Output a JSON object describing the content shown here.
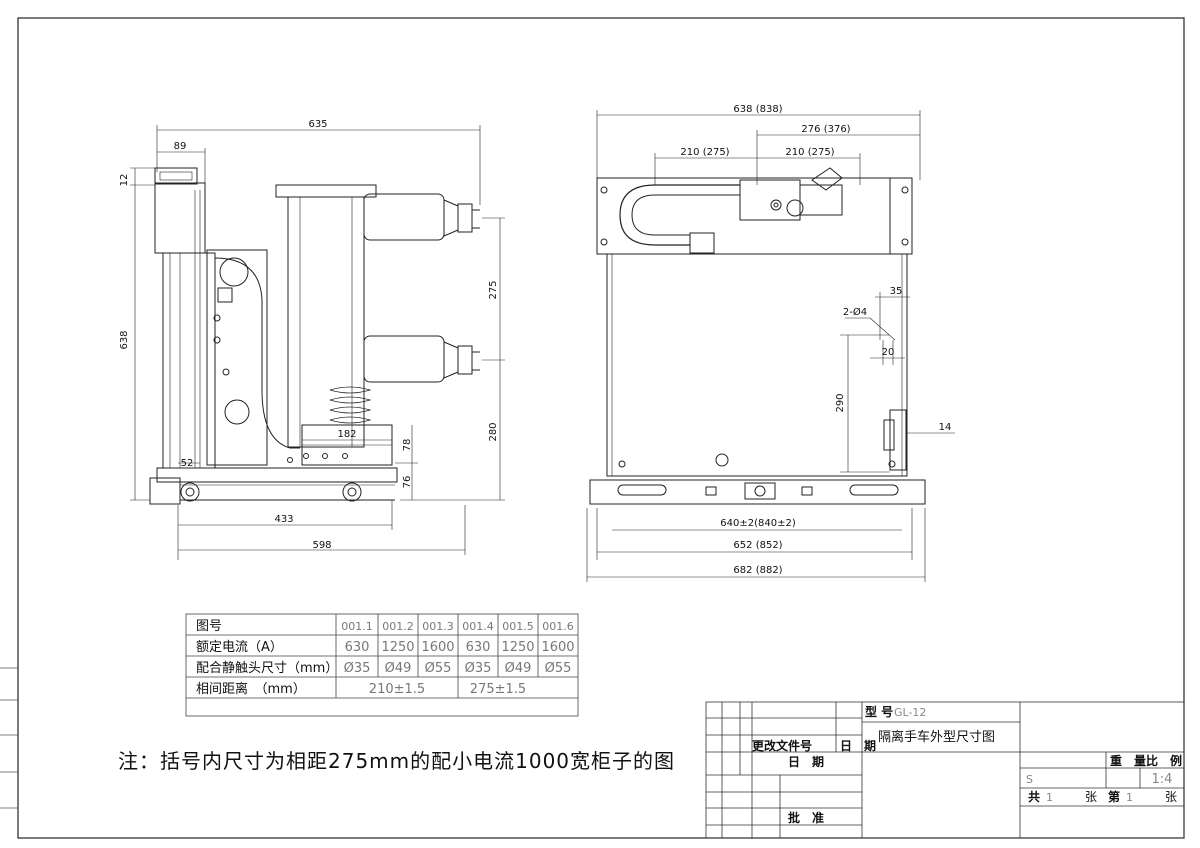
{
  "side_view": {
    "dims": {
      "d635": "635",
      "d89": "89",
      "d12": "12",
      "d638": "638",
      "d275": "275",
      "d280": "280",
      "d182": "182",
      "d78": "78",
      "d76": "76",
      "d52": "52",
      "d433": "433",
      "d598": "598"
    }
  },
  "front_view": {
    "dims": {
      "d638_838": "638 (838)",
      "d276_376": "276 (376)",
      "d210_275_a": "210 (275)",
      "d210_275_b": "210 (275)",
      "d35": "35",
      "d2_04": "2-Ø4",
      "d20": "20",
      "d290": "290",
      "d14": "14",
      "d640": "640±2(840±2)",
      "d652": "652 (852)",
      "d682": "682 (882)"
    }
  },
  "spec_table": {
    "header": [
      "图号",
      "001.1",
      "001.2",
      "001.3",
      "001.4",
      "001.5",
      "001.6"
    ],
    "rows": [
      [
        "额定电流（A）",
        "630",
        "1250",
        "1600",
        "630",
        "1250",
        "1600"
      ],
      [
        "配合静触头尺寸（mm）",
        "Ø35",
        "Ø49",
        "Ø55",
        "Ø35",
        "Ø49",
        "Ø55"
      ]
    ],
    "spacing": {
      "label": "相间距离　（mm）",
      "left": "210±1.5",
      "right": "275±1.5"
    }
  },
  "note": "注：括号内尺寸为相距275mm的配小电流1000宽柜子的图",
  "title_block": {
    "model_label": "型 号",
    "model_value": "GL-12",
    "drawing_name": "隔离手车外型尺寸图",
    "change_doc": "更改文件号",
    "date_a": "日　期",
    "date_b": "日　期",
    "weight_ratio": "重　量比　例",
    "s_mark": "S",
    "ratio": "1:4",
    "total_label": "共",
    "total_value": "1",
    "sheets_label_a": "张",
    "page_label": "第",
    "page_value": "1",
    "sheets_label_b": "张",
    "approve": "批　准"
  }
}
